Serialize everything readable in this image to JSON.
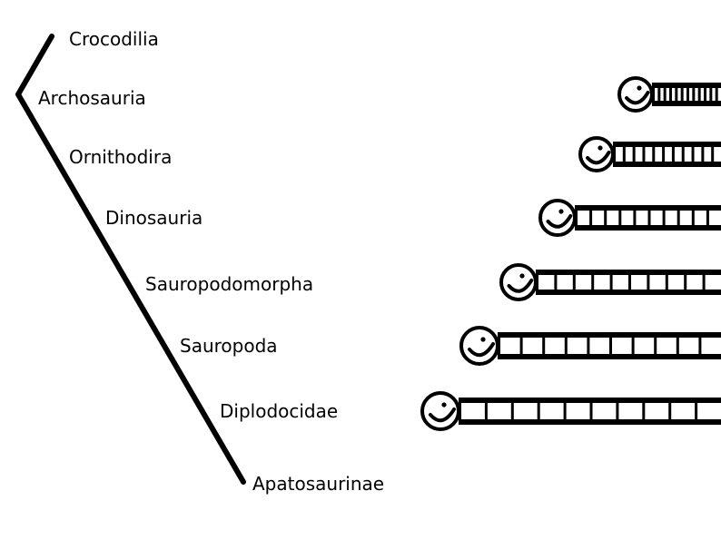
{
  "cladogram": {
    "taxa": [
      {
        "label": "Crocodilia"
      },
      {
        "label": "Archosauria"
      },
      {
        "label": "Ornithodira"
      },
      {
        "label": "Dinosauria"
      },
      {
        "label": "Sauropodomorpha"
      },
      {
        "label": "Sauropoda"
      },
      {
        "label": "Diplodocidae"
      },
      {
        "label": "Apatosaurinae"
      }
    ]
  },
  "neck_figures": [
    {
      "neck_segments": 12
    },
    {
      "neck_segments": 11
    },
    {
      "neck_segments": 10
    },
    {
      "neck_segments": 10
    },
    {
      "neck_segments": 10
    },
    {
      "neck_segments": 10
    }
  ]
}
